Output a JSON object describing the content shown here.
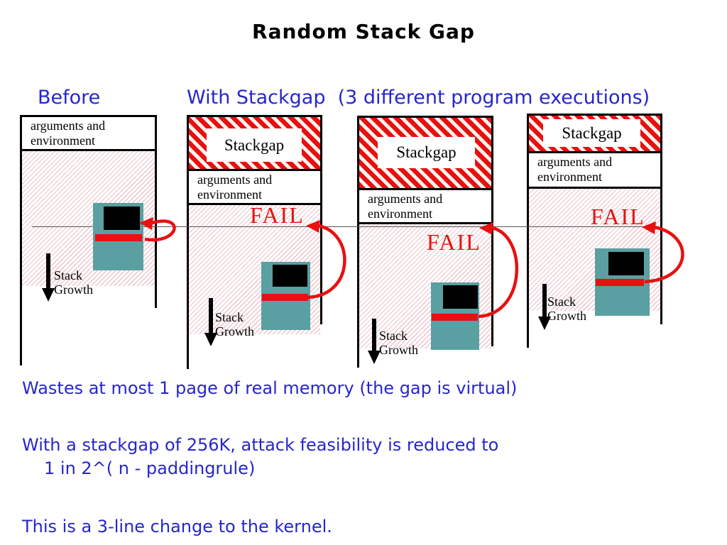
{
  "slide": {
    "title": "Random Stack Gap",
    "header_before": "Before",
    "header_with": "With Stackgap  (3 different program executions)"
  },
  "labels": {
    "arguments_line1": "arguments and",
    "arguments_line2": "environment",
    "stackgap": "Stackgap",
    "fail": "FAIL",
    "stack": "Stack",
    "growth": "Growth"
  },
  "columns": [
    {
      "id": "before",
      "has_stackgap": false,
      "has_fail": false
    },
    {
      "id": "stackgap-run-1",
      "has_stackgap": true,
      "has_fail": true
    },
    {
      "id": "stackgap-run-2",
      "has_stackgap": true,
      "has_fail": true
    },
    {
      "id": "stackgap-run-3",
      "has_stackgap": true,
      "has_fail": true
    }
  ],
  "notes": {
    "line1": "Wastes at most 1 page of real memory (the gap is virtual)",
    "line2": "With a stackgap of 256K, attack feasibility is reduced to",
    "line3": "1 in 2^( n - paddingrule)",
    "line4": "This is a 3-line change to the kernel."
  },
  "colors": {
    "accent_blue": "#2626cd",
    "alert_red": "#e81010",
    "machine_teal": "#5a9fa1",
    "hatch_pink": "#d57382"
  }
}
